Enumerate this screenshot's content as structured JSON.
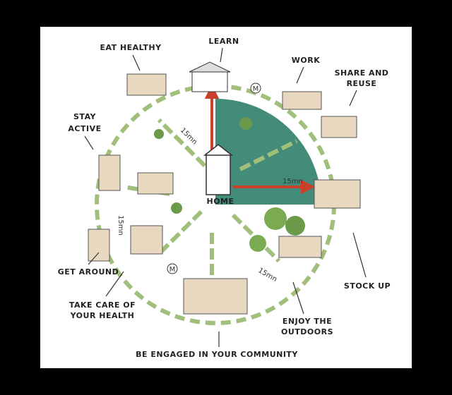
{
  "title": "15-minute city",
  "center_label": "HOME",
  "time_label": "15mn",
  "activities": {
    "eat_healthy": "EAT HEALTHY",
    "learn": "LEARN",
    "work": "WORK",
    "share_and_reuse": [
      "SHARE AND",
      "REUSE"
    ],
    "stay_active": [
      "STAY",
      "ACTIVE"
    ],
    "get_around": "GET AROUND",
    "take_care_of_health": [
      "TAKE CARE OF",
      "YOUR HEALTH"
    ],
    "stock_up": "STOCK UP",
    "enjoy_outdoors": [
      "ENJOY THE",
      "OUTDOORS"
    ],
    "community": "BE ENGAGED IN YOUR COMMUNITY"
  },
  "metro_sign": "M",
  "colors": {
    "green": "#2f7f6a",
    "dash": "#9fbf7a",
    "red": "#c8412b"
  }
}
